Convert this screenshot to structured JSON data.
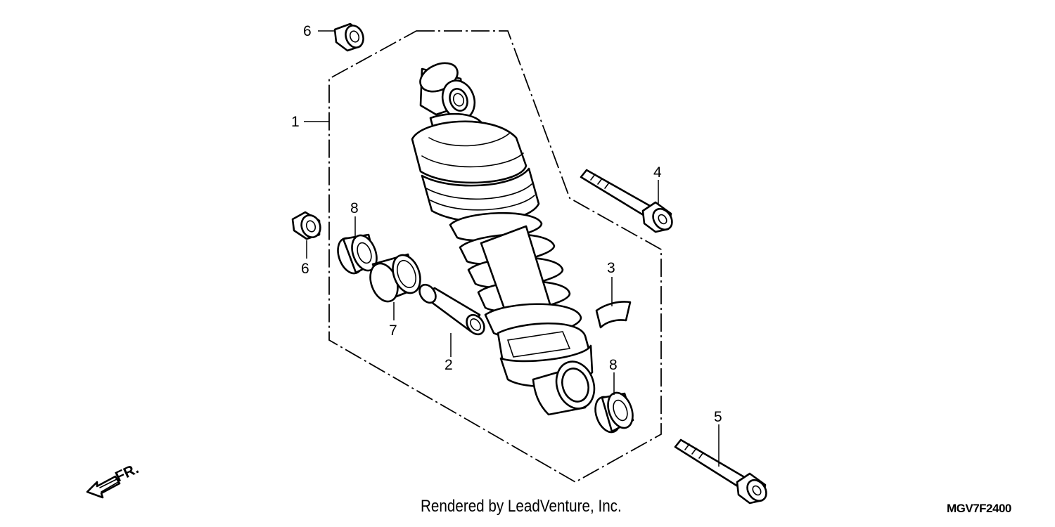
{
  "callouts": {
    "c1": "1",
    "c2": "2",
    "c3": "3",
    "c4": "4",
    "c5": "5",
    "c6a": "6",
    "c6b": "6",
    "c7": "7",
    "c8a": "8",
    "c8b": "8"
  },
  "direction_label": "FR.",
  "credit": "Rendered by LeadVenture, Inc.",
  "diagram_code": "MGV7F2400"
}
